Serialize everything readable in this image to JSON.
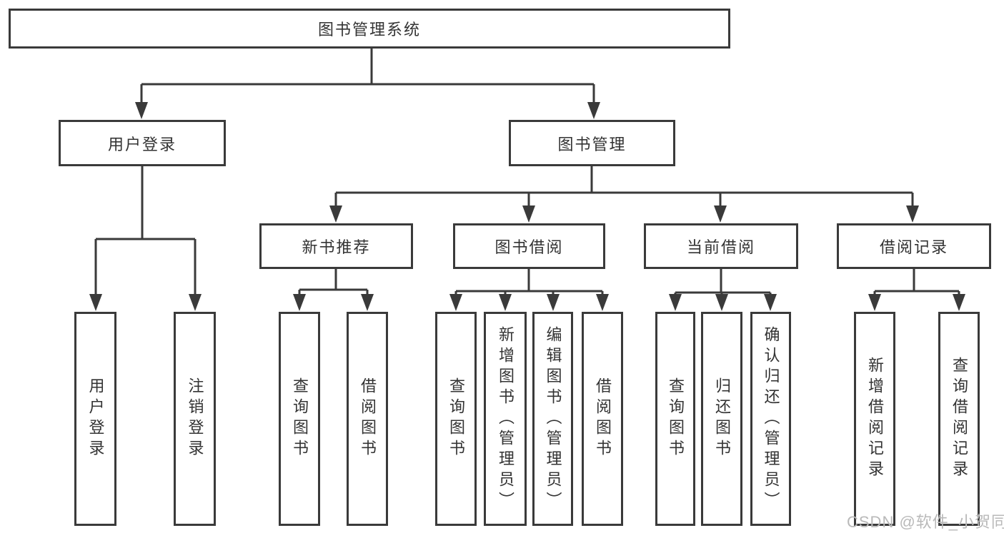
{
  "diagram": {
    "root": {
      "label": "图书管理系统"
    },
    "level1": [
      {
        "label": "用户登录"
      },
      {
        "label": "图书管理"
      }
    ],
    "level2": [
      {
        "label": "新书推荐"
      },
      {
        "label": "图书借阅"
      },
      {
        "label": "当前借阅"
      },
      {
        "label": "借阅记录"
      }
    ],
    "leaves": {
      "user_login": [
        {
          "label": "用户登录"
        },
        {
          "label": "注销登录"
        }
      ],
      "new_books": [
        {
          "label": "查询图书"
        },
        {
          "label": "借阅图书"
        }
      ],
      "book_borrow": [
        {
          "label": "查询图书"
        },
        {
          "label": "新增图书（管理员）"
        },
        {
          "label": "编辑图书（管理员）"
        },
        {
          "label": "借阅图书"
        }
      ],
      "current_borrow": [
        {
          "label": "查询图书"
        },
        {
          "label": "归还图书"
        },
        {
          "label": "确认归还（管理员）"
        }
      ],
      "borrow_records": [
        {
          "label": "新增借阅记录"
        },
        {
          "label": "查询借阅记录"
        }
      ]
    },
    "watermark": "CSDN @软件_小贺同学",
    "colors": {
      "line": "#3a3a3a",
      "text": "#333333",
      "watermark": "#b9b9b9",
      "background": "#ffffff"
    }
  }
}
